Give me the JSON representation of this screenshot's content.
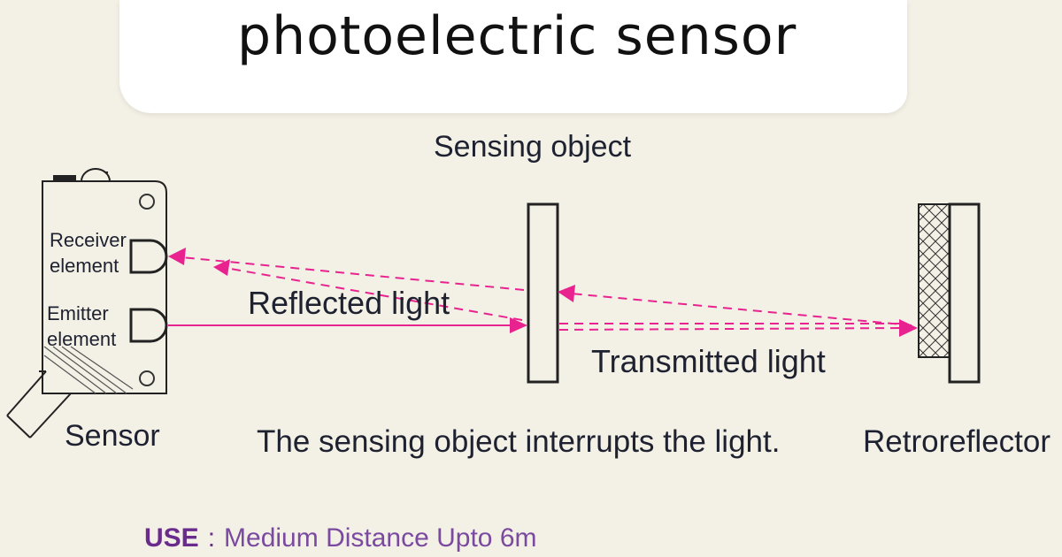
{
  "title": "photoelectric sensor",
  "labels": {
    "sensing_object": "Sensing object",
    "receiver_element": "Receiver element",
    "emitter_element": "Emitter element",
    "reflected_light": "Reflected light",
    "transmitted_light": "Transmitted light",
    "sensor": "Sensor",
    "caption": "The sensing object interrupts the light.",
    "retroreflector": "Retroreflector"
  },
  "use": {
    "key": "USE",
    "separator": ":",
    "value": "Medium Distance Upto 6m"
  },
  "colors": {
    "light_beam": "#e8238f",
    "text": "#1e2230",
    "use_text": "#6a2c8c",
    "background": "#f3f0e6"
  }
}
